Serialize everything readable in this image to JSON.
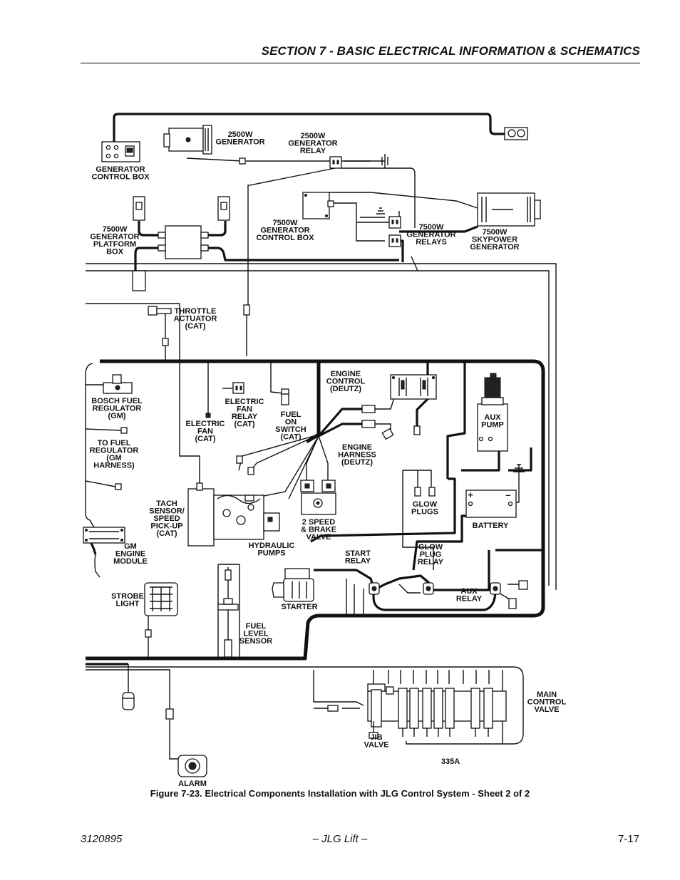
{
  "header": {
    "section_title": "SECTION 7 - BASIC ELECTRICAL INFORMATION & SCHEMATICS"
  },
  "labels": {
    "gen_control_box": [
      "GENERATOR",
      "CONTROL BOX"
    ],
    "gen_2500w": [
      "2500W",
      "GENERATOR"
    ],
    "gen_2500w_relay": [
      "2500W",
      "GENERATOR",
      "RELAY"
    ],
    "gen_7500w_platform_box": [
      "7500W",
      "GENERATOR",
      "PLATFORM",
      "BOX"
    ],
    "gen_7500w_control_box": [
      "7500W",
      "GENERATOR",
      "CONTROL BOX"
    ],
    "gen_7500w_relays": [
      "7500W",
      "GENERATOR",
      "RELAYS"
    ],
    "gen_7500w_skypower": [
      "7500W",
      "SKYPOWER",
      "GENERATOR"
    ],
    "throttle_actuator": [
      "THROTTLE",
      "ACTUATOR",
      "(CAT)"
    ],
    "bosch_fuel_regulator": [
      "BOSCH FUEL",
      "REGULATOR",
      "(GM)"
    ],
    "to_fuel_regulator": [
      "TO FUEL",
      "REGULATOR",
      "(GM",
      "HARNESS)"
    ],
    "electric_fan_relay": [
      "ELECTRIC",
      "FAN",
      "RELAY",
      "(CAT)"
    ],
    "electric_fan": [
      "ELECTRIC",
      "FAN",
      "(CAT)"
    ],
    "fuel_on_switch": [
      "FUEL",
      "ON",
      "SWITCH",
      "(CAT)"
    ],
    "engine_control": [
      "ENGINE",
      "CONTROL",
      "(DEUTZ)"
    ],
    "engine_harness": [
      "ENGINE",
      "HARNESS",
      "(DEUTZ)"
    ],
    "aux_pump": [
      "AUX",
      "PUMP"
    ],
    "tach_sensor": [
      "TACH",
      "SENSOR/",
      "SPEED",
      "PICK-UP",
      "(CAT)"
    ],
    "hydraulic_pumps": [
      "HYDRAULIC",
      "PUMPS"
    ],
    "two_speed_brake": [
      "2 SPEED",
      "& BRAKE",
      "VALVE"
    ],
    "glow_plugs": [
      "GLOW",
      "PLUGS"
    ],
    "battery": [
      "BATTERY"
    ],
    "gm_engine_module": [
      "GM",
      "ENGINE",
      "MODULE"
    ],
    "start_relay": [
      "START",
      "RELAY"
    ],
    "glow_plug_relay": [
      "GLOW",
      "PLUG",
      "RELAY"
    ],
    "strobe_light": [
      "STROBE",
      "LIGHT"
    ],
    "starter": [
      "STARTER"
    ],
    "aux_relay": [
      "AUX",
      "RELAY"
    ],
    "fuel_level_sensor": [
      "FUEL",
      "LEVEL",
      "SENSOR"
    ],
    "main_control_valve": [
      "MAIN",
      "CONTROL",
      "VALVE"
    ],
    "jib_valve": [
      "JIB",
      "VALVE"
    ],
    "drawing_number": [
      "335A"
    ],
    "alarm": [
      "ALARM"
    ],
    "battery_plus": [
      "+"
    ],
    "battery_minus": [
      "–"
    ]
  },
  "caption": "Figure 7-23.  Electrical Components Installation with JLG Control System - Sheet 2 of 2",
  "footer": {
    "doc_number": "3120895",
    "center": "– JLG Lift –",
    "page": "7-17"
  }
}
